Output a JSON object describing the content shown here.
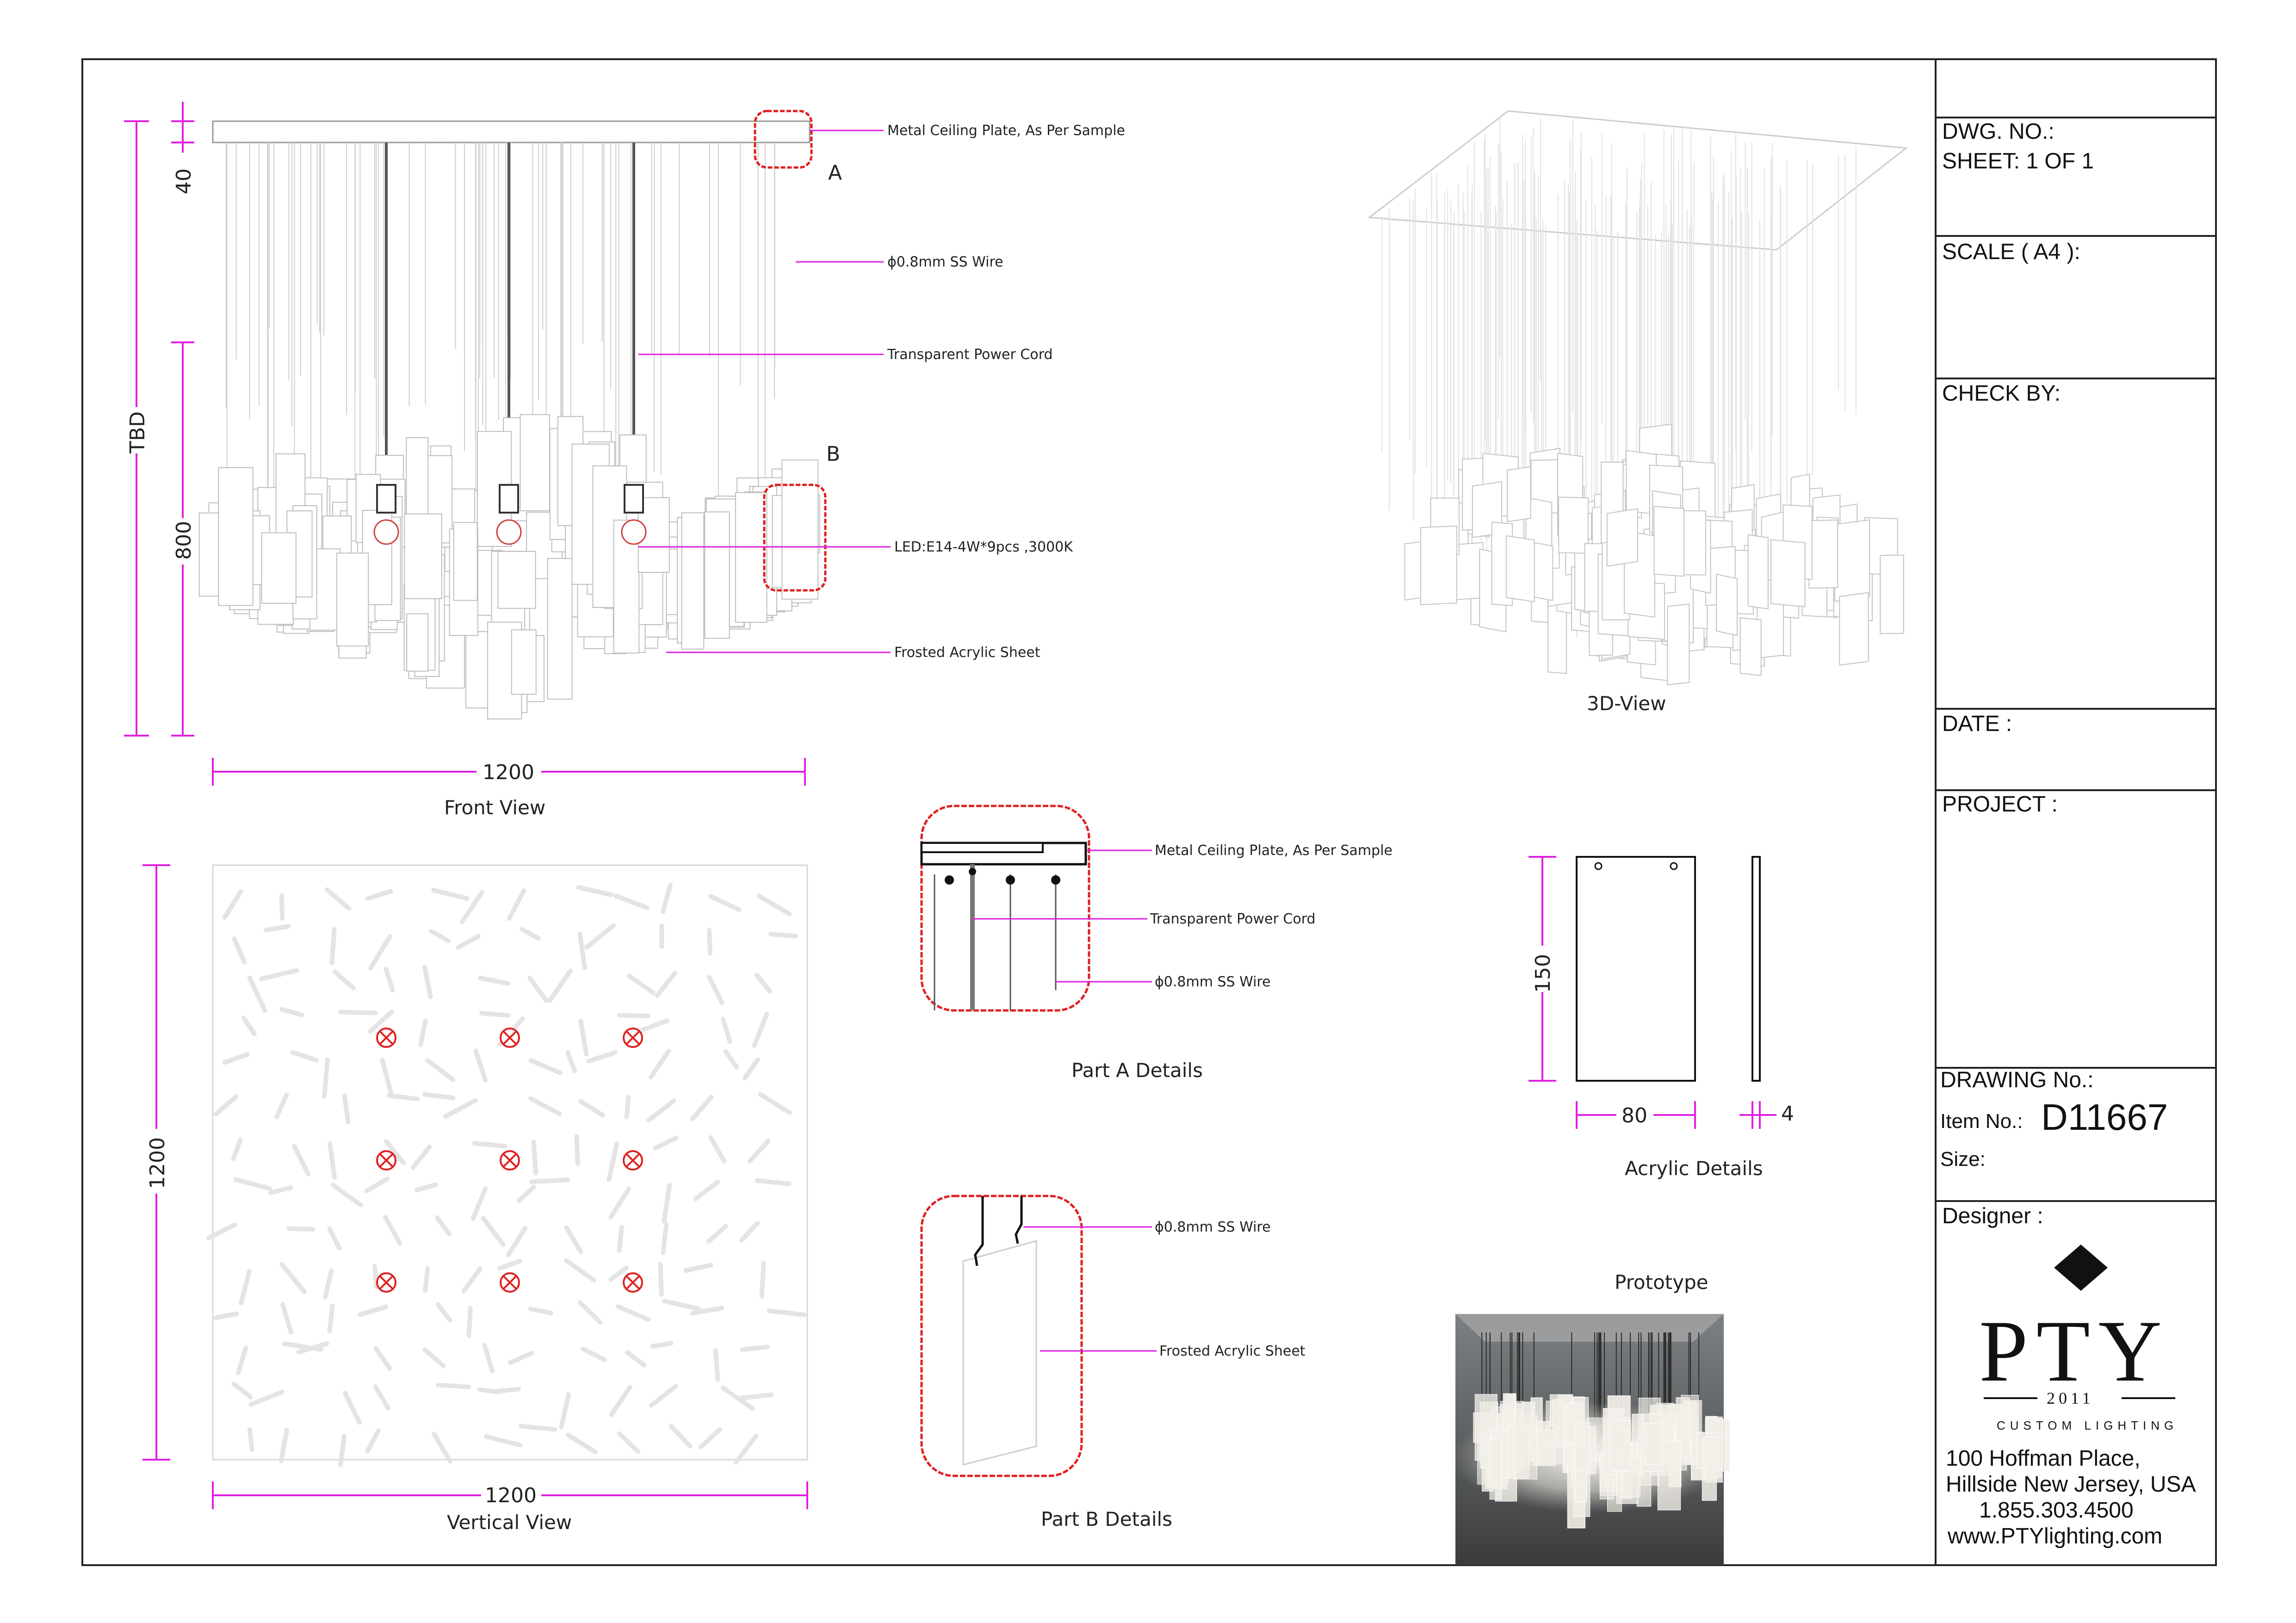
{
  "front_view": {
    "caption": "Front View",
    "dim_width": "1200",
    "dim_total": "TBD",
    "dim_plate": "40",
    "dim_body": "800",
    "marker_a": "A",
    "marker_b": "B",
    "callouts": [
      "Metal Ceiling Plate, As Per Sample",
      "ϕ0.8mm SS Wire",
      "Transparent Power Cord",
      "LED:E14-4W*9pcs ,3000K",
      "Frosted Acrylic Sheet"
    ]
  },
  "three_d_view": {
    "caption": "3D-View"
  },
  "vertical_view": {
    "caption": "Vertical View",
    "dim_width": "1200",
    "dim_depth": "1200"
  },
  "part_a": {
    "caption": "Part A Details",
    "callouts": [
      "Metal Ceiling Plate, As Per Sample",
      "Transparent Power Cord",
      "ϕ0.8mm SS Wire"
    ]
  },
  "part_b": {
    "caption": "Part B Details",
    "callouts": [
      "ϕ0.8mm SS Wire",
      "Frosted Acrylic Sheet"
    ]
  },
  "acrylic": {
    "caption": "Acrylic Details",
    "dim_height": "150",
    "dim_width": "80",
    "dim_thickness": "4"
  },
  "prototype": {
    "caption": "Prototype"
  },
  "title_block": {
    "dwg_no": "DWG. NO.:",
    "sheet": "SHEET: 1 OF 1",
    "scale": "SCALE ( A4 ):",
    "check_by": "CHECK BY:",
    "date": "DATE :",
    "project": "PROJECT :",
    "drawing_no": "DRAWING No.:",
    "item_no_label": "Item No.:",
    "item_no": "D11667",
    "size": "Size:",
    "designer": "Designer :",
    "logo": "PTY",
    "logo_year": "2011",
    "logo_tagline": "CUSTOM LIGHTING",
    "address_1": "100 Hoffman Place,",
    "address_2": "Hillside New Jersey, USA",
    "phone": "1.855.303.4500",
    "website": "www.PTYlighting.com"
  },
  "colors": {
    "dimension": "#e020e0",
    "detail_marker": "#e02020",
    "line": "#222222",
    "sheet_fill": "#dddddd"
  }
}
